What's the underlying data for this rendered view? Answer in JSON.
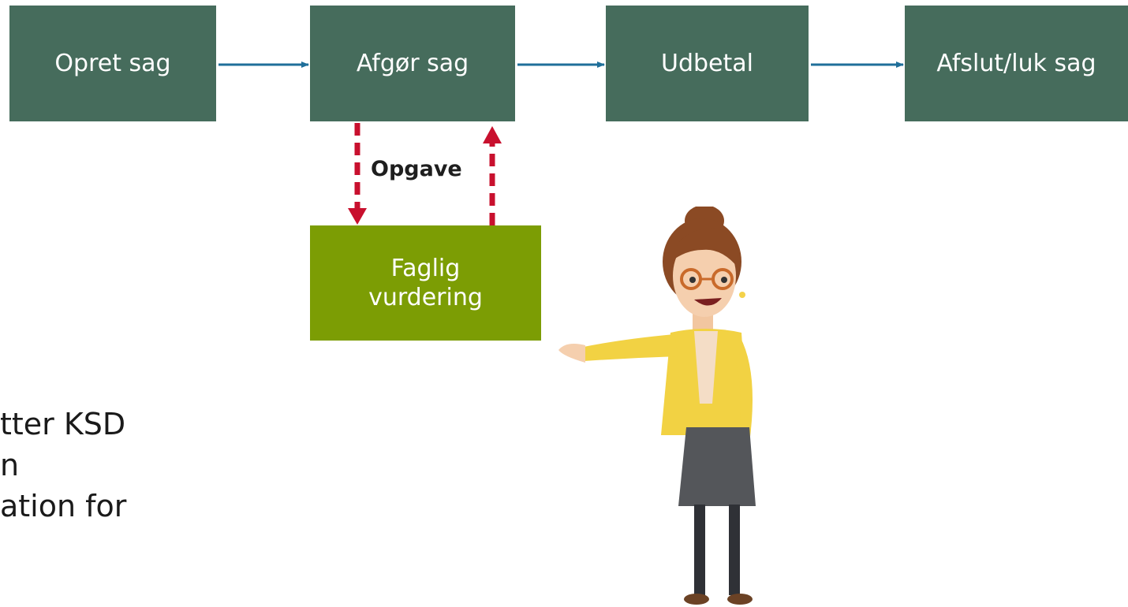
{
  "flow": {
    "steps": [
      {
        "label": "Opret sag"
      },
      {
        "label": "Afgør sag"
      },
      {
        "label": "Udbetal"
      },
      {
        "label": "Afslut/luk sag"
      }
    ],
    "subtask": {
      "label": "Faglig\nvurdering"
    },
    "dashed_arrows_label": "Opgave"
  },
  "side_text": {
    "lines": [
      "tter KSD",
      "n",
      "ation for"
    ]
  },
  "colors": {
    "box_dark": "#466c5c",
    "box_light": "#7c9d04",
    "arrow_blue": "#1f6f9a",
    "arrow_red": "#c8102e"
  },
  "figure": {
    "icon": "presenter-woman-icon"
  }
}
